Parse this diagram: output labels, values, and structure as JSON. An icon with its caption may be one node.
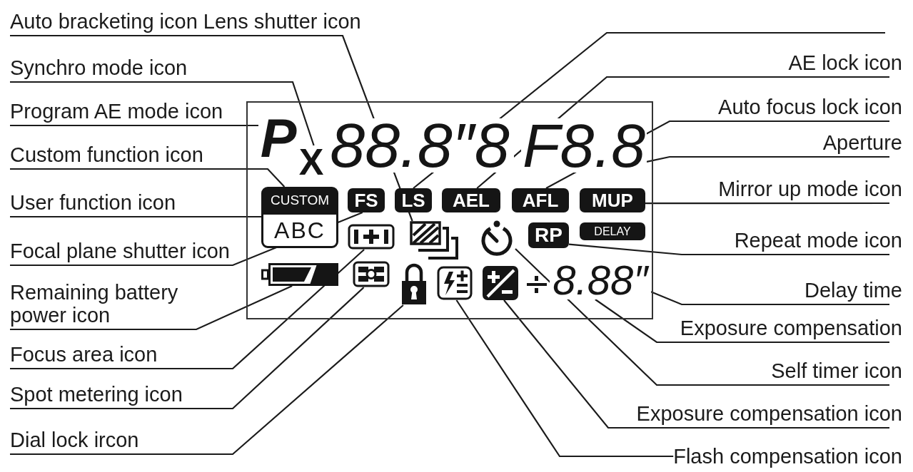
{
  "diagram": {
    "nodes": [
      {
        "text": [
          "Auto bracketing icon Lens shutter icon"
        ]
      },
      {
        "text": [
          "Synchro mode icon"
        ]
      },
      {
        "text": [
          "Program AE mode icon"
        ]
      },
      {
        "text": [
          "Custom function icon"
        ]
      },
      {
        "text": [
          "User function icon"
        ]
      },
      {
        "text": [
          "Focal plane shutter icon"
        ]
      },
      {
        "text": [
          "Remaining battery power icon"
        ]
      },
      {
        "text": [
          "Focus area icon"
        ]
      },
      {
        "text": [
          "Spot metering icon"
        ]
      },
      {
        "text": [
          "Dial lock ircon"
        ]
      },
      {
        "text": [],
        "shape": "box"
      },
      {
        "text": [
          "P"
        ],
        "in": 10
      },
      {
        "text": [
          "X"
        ],
        "in": 10
      },
      {
        "text": [
          "F8.8"
        ],
        "in": 10
      },
      {
        "text": [
          "CUSTOM"
        ],
        "in": 10
      },
      {
        "text": [
          "FS"
        ],
        "in": 10
      },
      {
        "text": [
          "LS"
        ],
        "in": 10
      },
      {
        "text": [
          "AEL"
        ],
        "in": 10
      },
      {
        "text": [
          "AFL"
        ],
        "in": 10
      },
      {
        "text": [
          "MUP"
        ],
        "in": 10
      },
      {
        "text": [
          "ABC"
        ],
        "in": 10
      },
      {
        "text": [],
        "shape": "picture",
        "in": 10
      },
      {
        "text": [],
        "shape": "picture",
        "in": 10
      },
      {
        "text": [],
        "shape": "picture",
        "in": 10
      },
      {
        "text": [
          "RP"
        ],
        "in": 10
      },
      {
        "text": [
          "DELAY"
        ],
        "in": 10
      },
      {
        "text": [],
        "shape": "picture",
        "in": 10
      },
      {
        "text": [],
        "shape": "picture",
        "in": 10
      },
      {
        "text": [],
        "shape": "picture",
        "in": 10
      },
      {
        "text": [],
        "shape": "picture",
        "in": 10
      },
      {
        "text": [],
        "shape": "picture",
        "in": 10
      },
      {
        "text": [
          "8.88″"
        ],
        "in": 10
      },
      {
        "text": [
          "AE lock icon"
        ]
      },
      {
        "text": [
          "Auto focus lock icon"
        ]
      },
      {
        "text": [
          "Aperture"
        ]
      },
      {
        "text": [
          "Mirror up mode icon"
        ]
      },
      {
        "text": [
          "Repeat mode icon"
        ]
      },
      {
        "text": [
          "Delay time"
        ]
      },
      {
        "text": [
          "Exposure compensation"
        ]
      },
      {
        "text": [
          "Self timer icon"
        ]
      },
      {
        "text": [
          "Exposure compensation icon"
        ]
      },
      {
        "text": [
          "Flash compensation icon"
        ]
      }
    ],
    "edges": [
      {
        "from": 0,
        "to": 22,
        "arrow": "none"
      },
      {
        "from": 1,
        "to": 12,
        "arrow": "none"
      },
      {
        "from": 2,
        "to": 11,
        "arrow": "none"
      },
      {
        "from": 3,
        "to": 14,
        "arrow": "none"
      },
      {
        "from": 4,
        "to": 20,
        "arrow": "none"
      },
      {
        "from": 5,
        "to": 15,
        "arrow": "none"
      },
      {
        "from": 6,
        "to": 26,
        "arrow": "none"
      },
      {
        "from": 7,
        "to": 21,
        "arrow": "none"
      },
      {
        "from": 8,
        "to": 27,
        "arrow": "none"
      },
      {
        "from": 9,
        "to": 28,
        "arrow": "none"
      },
      {
        "from": null,
        "to": 16,
        "arrow": "none"
      },
      {
        "from": 32,
        "to": 17,
        "arrow": "none"
      },
      {
        "from": 33,
        "to": 18,
        "arrow": "none"
      },
      {
        "from": 34,
        "to": 13,
        "arrow": "none"
      },
      {
        "from": 35,
        "to": 19,
        "arrow": "none"
      },
      {
        "from": 36,
        "to": 24,
        "arrow": "none"
      },
      {
        "from": 37,
        "to": 31,
        "arrow": "none"
      },
      {
        "from": 38,
        "to": 31,
        "arrow": "none"
      },
      {
        "from": 39,
        "to": 23,
        "arrow": "none"
      },
      {
        "from": 40,
        "to": 30,
        "arrow": "none"
      },
      {
        "from": 41,
        "to": 29,
        "arrow": "none"
      }
    ],
    "labels": [
      "88.8″8"
    ]
  }
}
